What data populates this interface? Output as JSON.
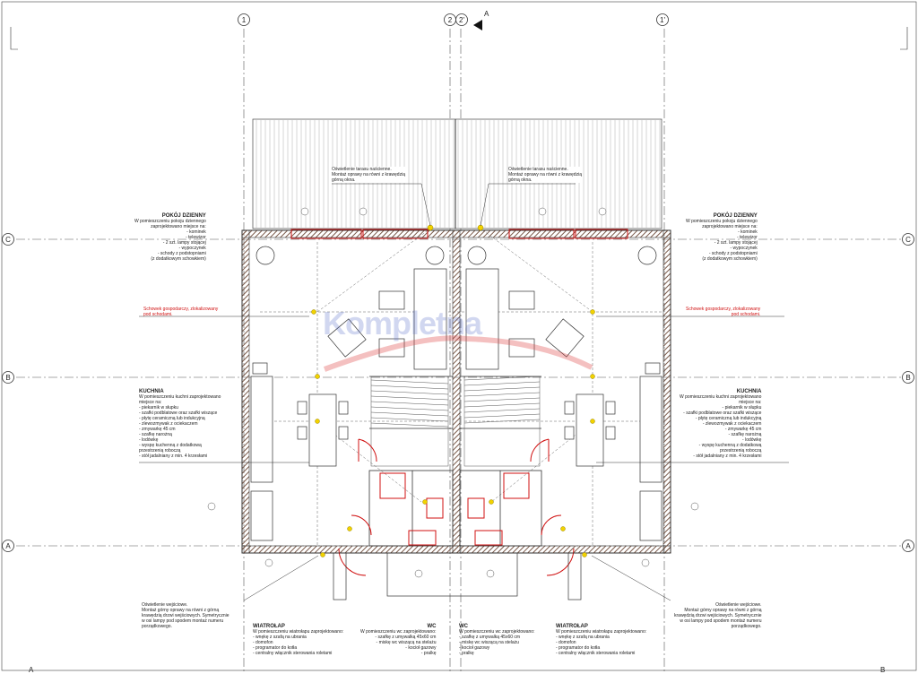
{
  "axes": {
    "vertical": [
      "1",
      "2",
      "2'",
      "1'"
    ],
    "horizontal": [
      "C",
      "B",
      "A"
    ],
    "section_marks": [
      "A",
      "B"
    ]
  },
  "notes": {
    "pokoj_left": {
      "heading": "POKÓJ DZIENNY",
      "lines": [
        "W pomieszczeniu pokoju dziennego",
        "zaprojektowano miejsce na:",
        "- kominek",
        "- telewizor",
        "- 2 szt. lampy stojącej",
        "- wypoczynek",
        "- schody z podstopniami",
        "(z dodatkowym schowkiem)"
      ]
    },
    "pokoj_right": {
      "heading": "POKÓJ DZIENNY",
      "lines": [
        "W pomieszczeniu pokoju dziennego",
        "zaprojektowano miejsce na:",
        "- kominek",
        "- telewizor",
        "- 2 szt. lampy stojącej",
        "- wypoczynek",
        "- schody z podstopniami",
        "(z dodatkowym schowkiem)"
      ]
    },
    "schowek_left": [
      "Schowek gospodarczy, zlokalizowany",
      "pod schodami."
    ],
    "schowek_right": [
      "Schowek gospodarczy, zlokalizowany",
      "pod schodami."
    ],
    "kuchnia_left": {
      "heading": "KUCHNIA",
      "lines": [
        "W pomieszczeniu kuchni zaprojektowano",
        "miejsce na:",
        "- piekarnik w słupku",
        "- szafki podblatowe oraz szafki wiszące",
        "- płytę ceramiczną lub indukcyjną",
        "- zlewozmywak z ociekaczem",
        "- zmywarkę 45 cm",
        "- szafkę narożną",
        "- lodówkę",
        "- wyspę kuchenną z dodatkową",
        "przestrzenią roboczą",
        "- stół jadalniany z min. 4 krzesłami"
      ]
    },
    "kuchnia_right": {
      "heading": "KUCHNIA",
      "lines": [
        "W pomieszczeniu kuchni zaprojektowano",
        "miejsce na:",
        "- piekarnik w słupku",
        "- szafki podblatowe oraz szafki wiszące",
        "- płytę ceramiczną lub indukcyjną",
        "- zlewozmywak z ociekaczem",
        "- zmywarkę 45 cm",
        "- szafkę narożną",
        "- lodówkę",
        "- wyspę kuchenną z dodatkową",
        "przestrzenią roboczą",
        "- stół jadalniany z min. 4 krzesłami"
      ]
    },
    "taras_left": [
      "Oświetlenie tarasu naścienne.",
      "Montaż oprawy na równi z krawędzią",
      "górną okna."
    ],
    "taras_right": [
      "Oświetlenie tarasu naścienne.",
      "Montaż oprawy na równi z krawędzią",
      "górną okna."
    ],
    "wejscie_left": [
      "Oświetlenie wejściowe.",
      "Montaż górny oprawy na równi z górną",
      "krawędzią drzwi wejściowych. Symetrycznie",
      "w osi lampy pod spodem montaż numeru",
      "porządkowego."
    ],
    "wejscie_right": [
      "Oświetlenie wejściowe.",
      "Montaż górny oprawy na równi z górną",
      "krawędzią drzwi wejściowych. Symetrycznie",
      "w osi lampy pod spodem montaż numeru",
      "porządkowego."
    ],
    "wiatrolap_left": {
      "heading": "WIATROŁAP",
      "lines": [
        "W pomieszczeniu wiatrołapu zaprojektowano:",
        "- wnękę z szafą na ubrania",
        "- domofon",
        "- programator do kotła",
        "- centralny włącznik sterowania roletami"
      ]
    },
    "wiatrolap_right": {
      "heading": "WIATROŁAP",
      "lines": [
        "W pomieszczeniu wiatrołapu zaprojektowano:",
        "- wnękę z szafą na ubrania",
        "- domofon",
        "- programator do kotła",
        "- centralny włącznik sterowania roletami"
      ]
    },
    "wc_left": {
      "heading": "WC",
      "lines": [
        "W pomieszczeniu wc zaprojektowano:",
        "- szafkę z umywalką 45x60 cm",
        "- miskę wc wiszącą na stelażu",
        "- kocioł gazowy",
        "- pralkę"
      ]
    },
    "wc_right": {
      "heading": "WC",
      "lines": [
        "W pomieszczeniu wc zaprojektowano:",
        "- szafkę z umywalką 45x60 cm",
        "- miskę wc wiszącą na stelażu",
        "- kocioł gazowy",
        "- pralkę"
      ]
    }
  },
  "watermark": "Kompletna",
  "colors": {
    "line": "#333333",
    "accent_red": "#d01010",
    "wall_fill": "#8a6a5a",
    "lamp": "#f2d200",
    "watermark_blue": "#5a6ec8",
    "watermark_red": "#e04b4b"
  }
}
